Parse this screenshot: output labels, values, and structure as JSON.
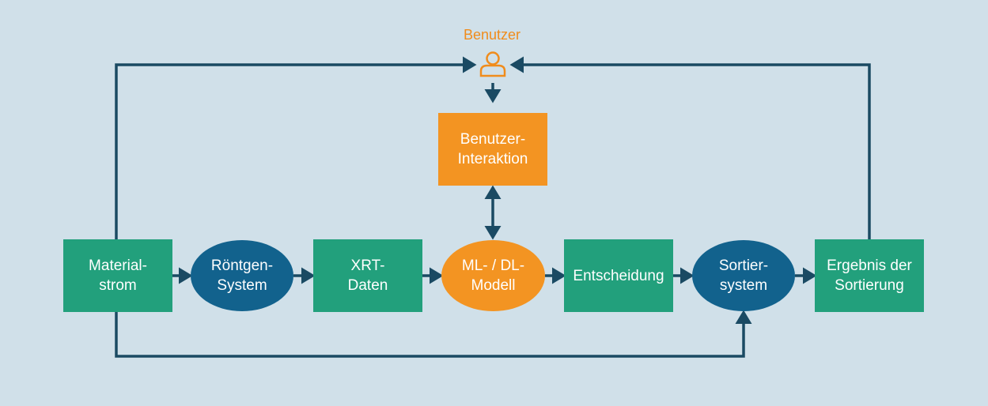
{
  "colors": {
    "background": "#d0e0e9",
    "green_box": "#22a07c",
    "blue_ellipse": "#12628d",
    "orange": "#f39422",
    "arrow": "#1a4a63"
  },
  "user": {
    "label": "Benutzer",
    "icon": "user-icon"
  },
  "nodes": {
    "materialstrom": "Material-\nstrom",
    "roentgen": "Röntgen-\nSystem",
    "xrt": "XRT-\nDaten",
    "ml": "ML- / DL-\nModell",
    "entscheidung": "Entscheidung",
    "sortiersystem": "Sortier-\nsystem",
    "ergebnis": "Ergebnis der\nSortierung",
    "interaktion": "Benutzer-\nInteraktion"
  }
}
